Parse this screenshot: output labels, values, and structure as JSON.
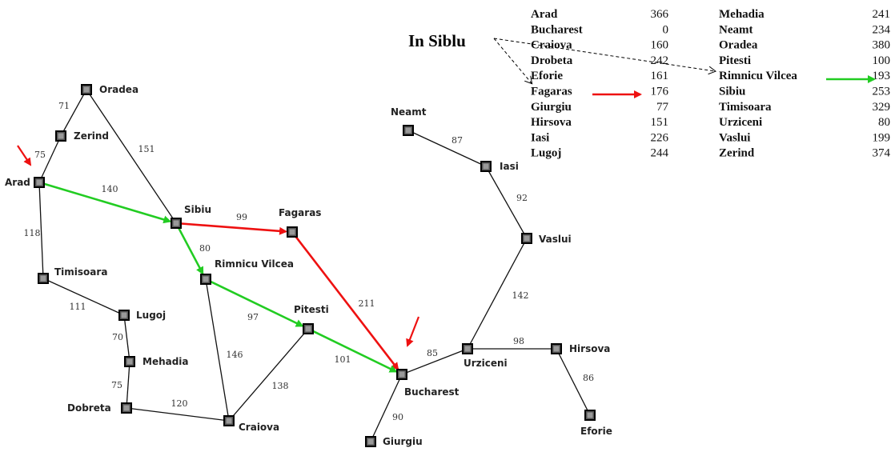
{
  "title": "In Siblu",
  "colors": {
    "red": "#ee1111",
    "green": "#22cc22",
    "edge": "#111111",
    "node_fill": "#555555"
  },
  "cities": [
    "Oradea",
    "Zerind",
    "Arad",
    "Sibiu",
    "Fagaras",
    "Timisoara",
    "Rimnicu Vilcea",
    "Lugoj",
    "Pitesti",
    "Mehadia",
    "Dobreta",
    "Craiova",
    "Bucharest",
    "Giurgiu",
    "Urziceni",
    "Hirsova",
    "Eforie",
    "Vaslui",
    "Iasi",
    "Neamt"
  ],
  "edges": [
    {
      "from": "Oradea",
      "to": "Zerind",
      "cost": "71"
    },
    {
      "from": "Zerind",
      "to": "Arad",
      "cost": "75"
    },
    {
      "from": "Oradea",
      "to": "Sibiu",
      "cost": "151"
    },
    {
      "from": "Arad",
      "to": "Sibiu",
      "cost": "140"
    },
    {
      "from": "Arad",
      "to": "Timisoara",
      "cost": "118"
    },
    {
      "from": "Timisoara",
      "to": "Lugoj",
      "cost": "111"
    },
    {
      "from": "Lugoj",
      "to": "Mehadia",
      "cost": "70"
    },
    {
      "from": "Mehadia",
      "to": "Dobreta",
      "cost": "75"
    },
    {
      "from": "Dobreta",
      "to": "Craiova",
      "cost": "120"
    },
    {
      "from": "Sibiu",
      "to": "Fagaras",
      "cost": "99"
    },
    {
      "from": "Sibiu",
      "to": "Rimnicu Vilcea",
      "cost": "80"
    },
    {
      "from": "Rimnicu Vilcea",
      "to": "Pitesti",
      "cost": "97"
    },
    {
      "from": "Rimnicu Vilcea",
      "to": "Craiova",
      "cost": "146"
    },
    {
      "from": "Craiova",
      "to": "Pitesti",
      "cost": "138"
    },
    {
      "from": "Pitesti",
      "to": "Bucharest",
      "cost": "101"
    },
    {
      "from": "Fagaras",
      "to": "Bucharest",
      "cost": "211"
    },
    {
      "from": "Bucharest",
      "to": "Giurgiu",
      "cost": "90"
    },
    {
      "from": "Bucharest",
      "to": "Urziceni",
      "cost": "85"
    },
    {
      "from": "Urziceni",
      "to": "Hirsova",
      "cost": "98"
    },
    {
      "from": "Hirsova",
      "to": "Eforie",
      "cost": "86"
    },
    {
      "from": "Urziceni",
      "to": "Vaslui",
      "cost": "142"
    },
    {
      "from": "Vaslui",
      "to": "Iasi",
      "cost": "92"
    },
    {
      "from": "Iasi",
      "to": "Neamt",
      "cost": "87"
    }
  ],
  "red_path": [
    "Sibiu",
    "Fagaras",
    "Bucharest"
  ],
  "green_path": [
    "Arad",
    "Sibiu",
    "Rimnicu Vilcea",
    "Pitesti",
    "Bucharest"
  ],
  "heuristic_table": {
    "left": [
      {
        "name": "Arad",
        "value": "366"
      },
      {
        "name": "Bucharest",
        "value": "0"
      },
      {
        "name": "Craiova",
        "value": "160"
      },
      {
        "name": "Drobeta",
        "value": "242"
      },
      {
        "name": "Eforie",
        "value": "161"
      },
      {
        "name": "Fagaras",
        "value": "176"
      },
      {
        "name": "Giurgiu",
        "value": "77"
      },
      {
        "name": "Hirsova",
        "value": "151"
      },
      {
        "name": "Iasi",
        "value": "226"
      },
      {
        "name": "Lugoj",
        "value": "244"
      }
    ],
    "right": [
      {
        "name": "Mehadia",
        "value": "241"
      },
      {
        "name": "Neamt",
        "value": "234"
      },
      {
        "name": "Oradea",
        "value": "380"
      },
      {
        "name": "Pitesti",
        "value": "100"
      },
      {
        "name": "Rimnicu Vilcea",
        "value": "193"
      },
      {
        "name": "Sibiu",
        "value": "253"
      },
      {
        "name": "Timisoara",
        "value": "329"
      },
      {
        "name": "Urziceni",
        "value": "80"
      },
      {
        "name": "Vaslui",
        "value": "199"
      },
      {
        "name": "Zerind",
        "value": "374"
      }
    ]
  }
}
